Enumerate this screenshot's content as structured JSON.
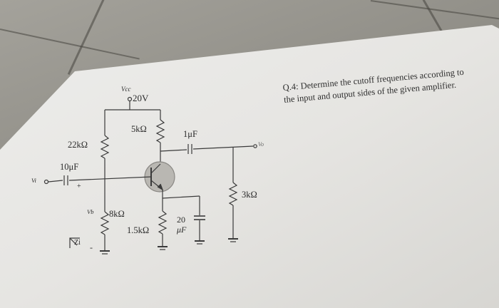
{
  "circuit": {
    "vcc": "Vcc",
    "supply": "20V",
    "r1": "22kΩ",
    "rc": "5kΩ",
    "c_out": "1μF",
    "c_in": "10μF",
    "vi": "Vi",
    "plus": "+",
    "vb": "Vb",
    "r2": "8kΩ",
    "re": "1.5kΩ",
    "ce_value": "20",
    "ce_unit": "μF",
    "rl": "3kΩ",
    "vo": "Vo",
    "zi": "Zi",
    "minus": "-"
  },
  "question": {
    "number": "Q.4:",
    "text": "Determine the cutoff frequencies according to the input and output sides of the given amplifier."
  }
}
